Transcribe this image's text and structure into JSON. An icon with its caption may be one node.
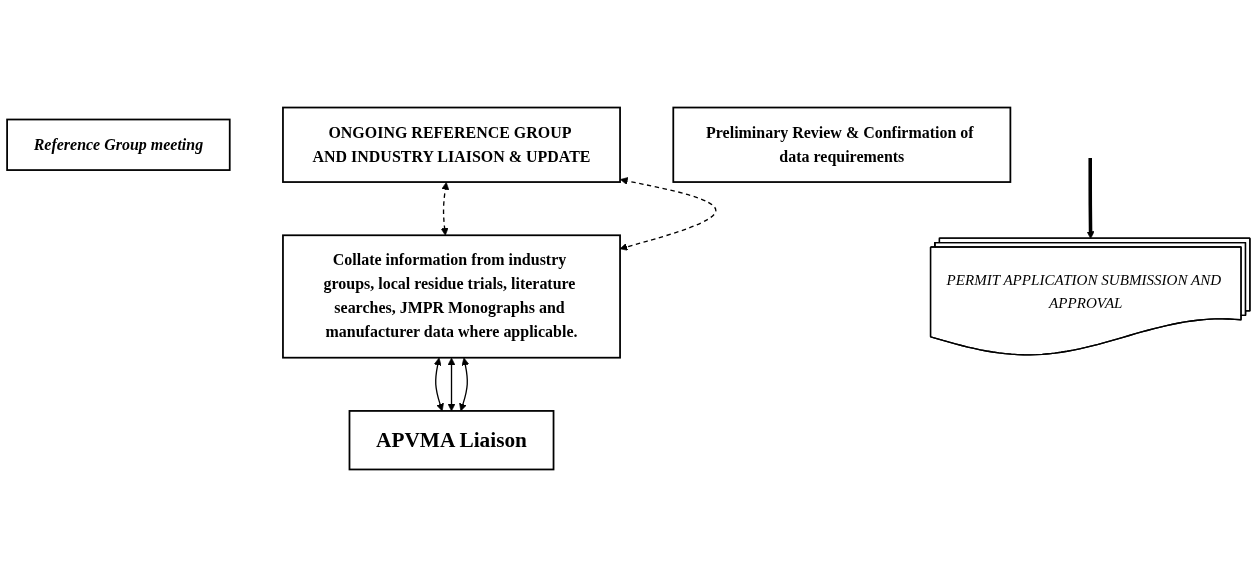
{
  "diagram": {
    "nodes": [
      {
        "text": [
          "Reference Group meeting"
        ]
      },
      {
        "text": [
          "ONGOING REFERENCE GROUP AND INDUSTRY LIAISON & UPDATE"
        ]
      },
      {
        "text": [
          "Preliminary Review & Confirmation of data requirements"
        ]
      },
      {
        "text": [
          "Collate information from industry groups, local residue trials, literature searches, JMPR Monographs and manufacturer data where applicable."
        ]
      },
      {
        "text": [
          "APVMA Liaison"
        ]
      },
      {
        "text": [
          "PERMIT APPLICATION SUBMISSION AND APPROVAL"
        ]
      }
    ],
    "edges": [
      {
        "from": 1,
        "to": 3,
        "arrow": "both",
        "style": "dashed"
      },
      {
        "from": 1,
        "to": 3,
        "arrow": "both",
        "style": "dashed"
      },
      {
        "from": 3,
        "to": 4,
        "arrow": "both"
      },
      {
        "from": 3,
        "to": 4,
        "arrow": "both"
      },
      {
        "from": 3,
        "to": 4,
        "arrow": "both"
      },
      {
        "from": null,
        "to": 5,
        "arrow": "to",
        "style": "thick"
      }
    ]
  }
}
